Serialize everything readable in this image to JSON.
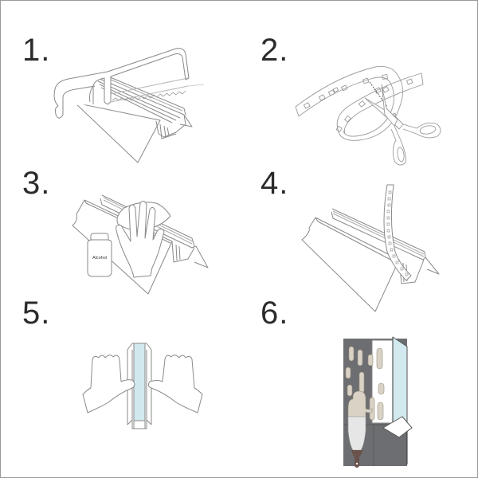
{
  "diagram": {
    "title": "",
    "steps": [
      {
        "number": "1.",
        "illustration": "hacksaw-cutting-aluminum-profile"
      },
      {
        "number": "2.",
        "illustration": "scissors-cutting-led-strip"
      },
      {
        "number": "3.",
        "illustration": "cleaning-profile-with-alcohol-cloth",
        "bottle_label": "Alcohol"
      },
      {
        "number": "4.",
        "illustration": "inserting-led-strip-into-profile"
      },
      {
        "number": "5.",
        "illustration": "pressing-diffuser-cover-onto-profile"
      },
      {
        "number": "6.",
        "illustration": "plastering-profile-into-wall-corner"
      }
    ]
  },
  "colors": {
    "border": "#9a9a9a",
    "line": "#8a8a8a",
    "numeral": "#2b2b2b",
    "diffuser": "#d3e9f0",
    "wall_dark": "#6d6e71",
    "plaster": "#d9d2c5",
    "spatula_blade": "#e6e6e6",
    "handle": "#6b524a"
  }
}
